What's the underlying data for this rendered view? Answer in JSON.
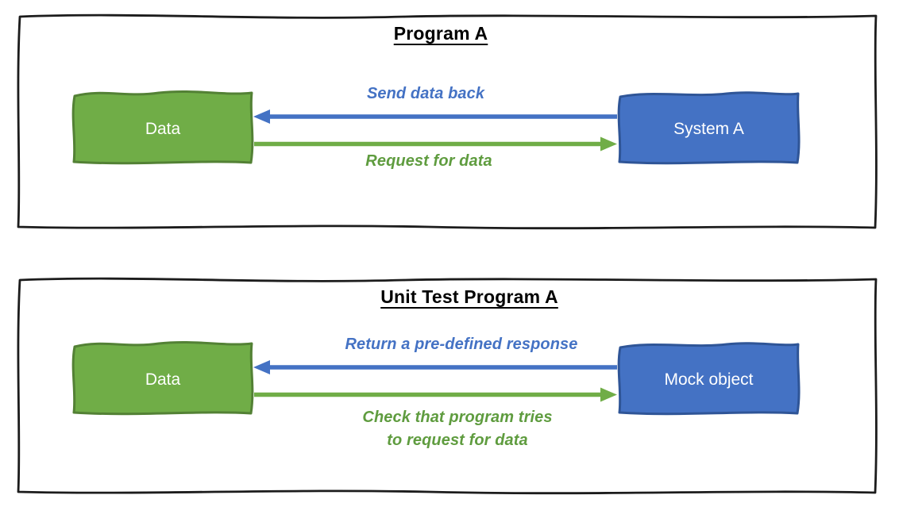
{
  "colors": {
    "ink": "#1C1C1C",
    "blue_fill": "#4472C4",
    "blue_stroke": "#2F5597",
    "green_fill": "#70AD47",
    "green_stroke": "#538135",
    "blue_text": "#4472C4",
    "green_text": "#5F9C3F",
    "box_text": "#FFFFFF"
  },
  "panels": [
    {
      "title": "Program A",
      "left_box": "Data",
      "right_box": "System A",
      "blue_arrow": {
        "label": "Send data back",
        "direction": "left"
      },
      "green_arrow": {
        "label": "Request for data",
        "direction": "right"
      }
    },
    {
      "title": "Unit Test Program A",
      "left_box": "Data",
      "right_box": "Mock object",
      "blue_arrow": {
        "label": "Return a pre-defined response",
        "direction": "left"
      },
      "green_arrow": {
        "label_lines": [
          "Check that program tries",
          "to request for data"
        ],
        "direction": "right"
      }
    }
  ]
}
